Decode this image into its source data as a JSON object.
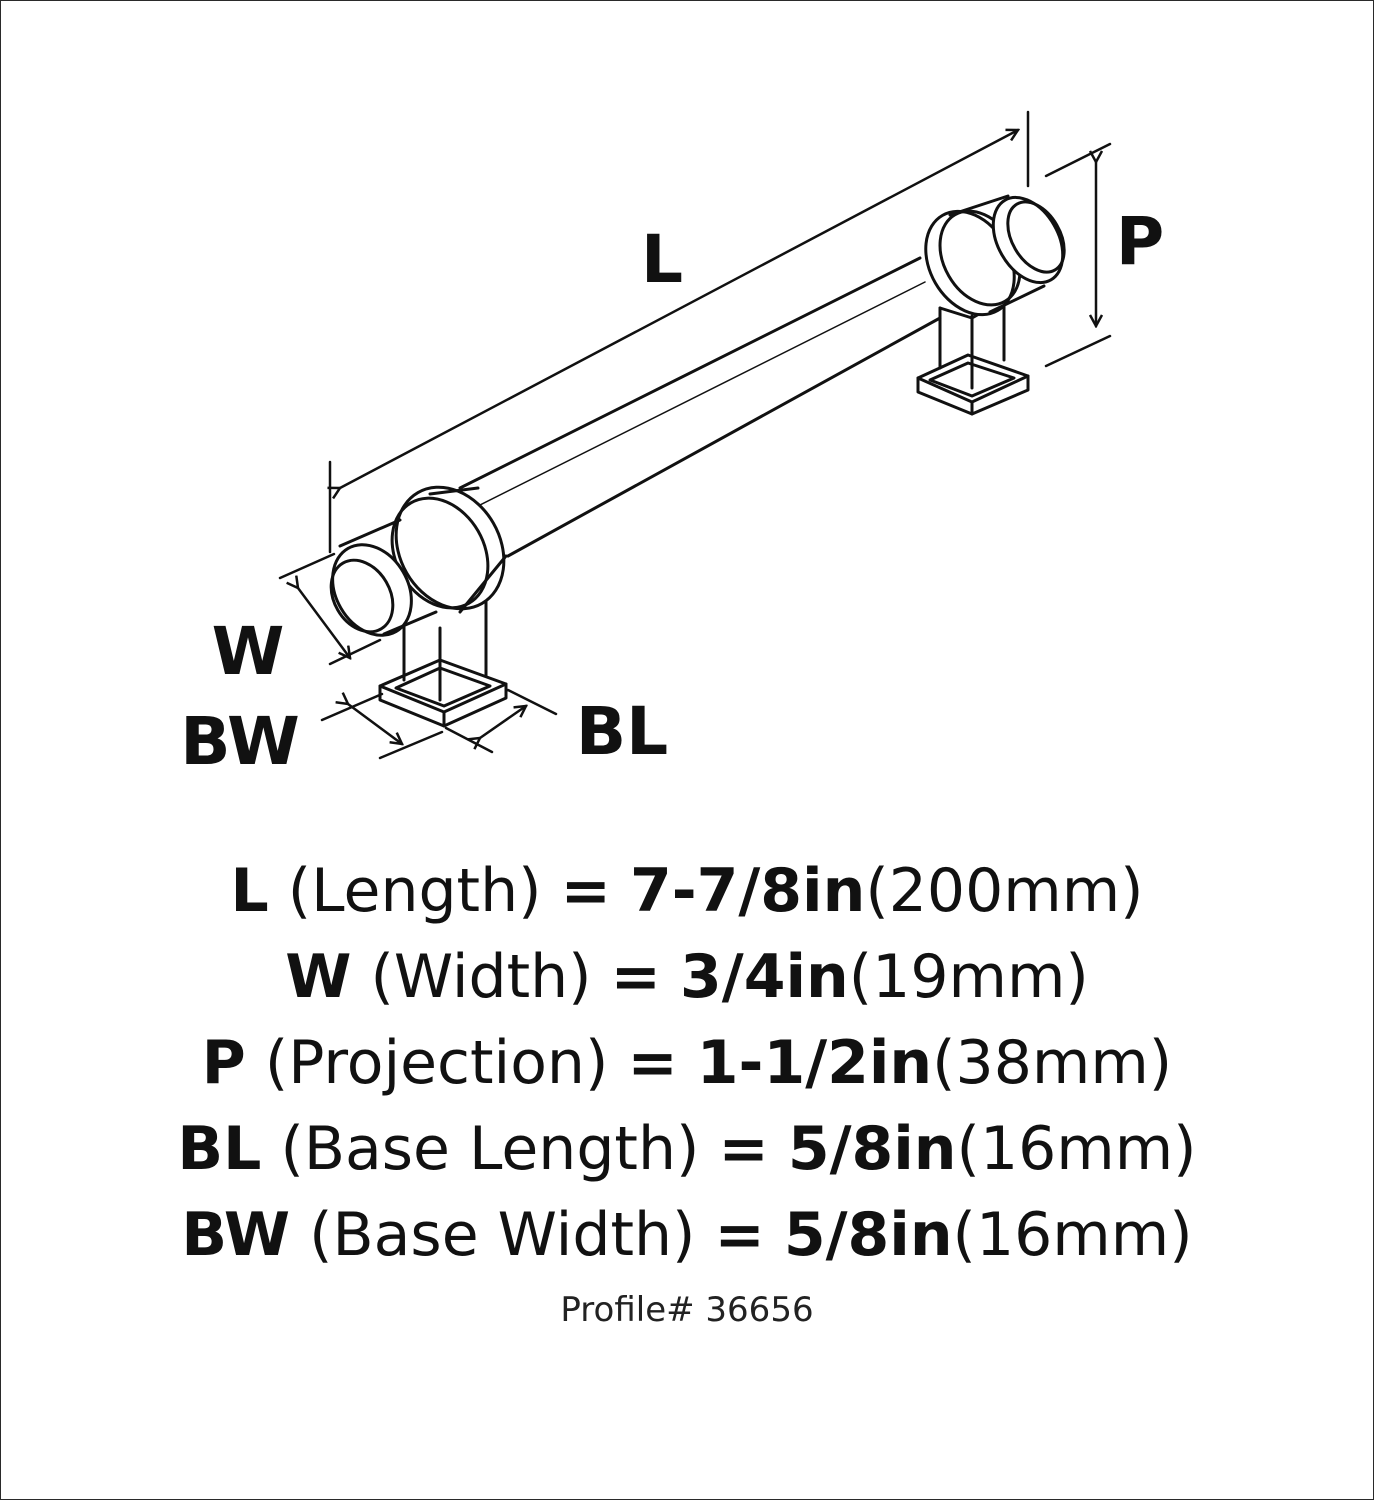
{
  "diagram": {
    "labels": {
      "length": "L",
      "projection": "P",
      "width": "W",
      "base_width": "BW",
      "base_length": "BL"
    }
  },
  "specs": [
    {
      "abbr": "L",
      "name": "(Length)",
      "eq": "=",
      "imperial": "7-7/8in",
      "metric": "(200mm)"
    },
    {
      "abbr": "W",
      "name": "(Width)",
      "eq": "=",
      "imperial": "3/4in",
      "metric": "(19mm)"
    },
    {
      "abbr": "P",
      "name": "(Projection)",
      "eq": "=",
      "imperial": "1-1/2in",
      "metric": "(38mm)"
    },
    {
      "abbr": "BL",
      "name": "(Base Length)",
      "eq": "=",
      "imperial": "5/8in",
      "metric": "(16mm)"
    },
    {
      "abbr": "BW",
      "name": "(Base Width)",
      "eq": "=",
      "imperial": "5/8in",
      "metric": "(16mm)"
    }
  ],
  "profile": "Profile# 36656"
}
